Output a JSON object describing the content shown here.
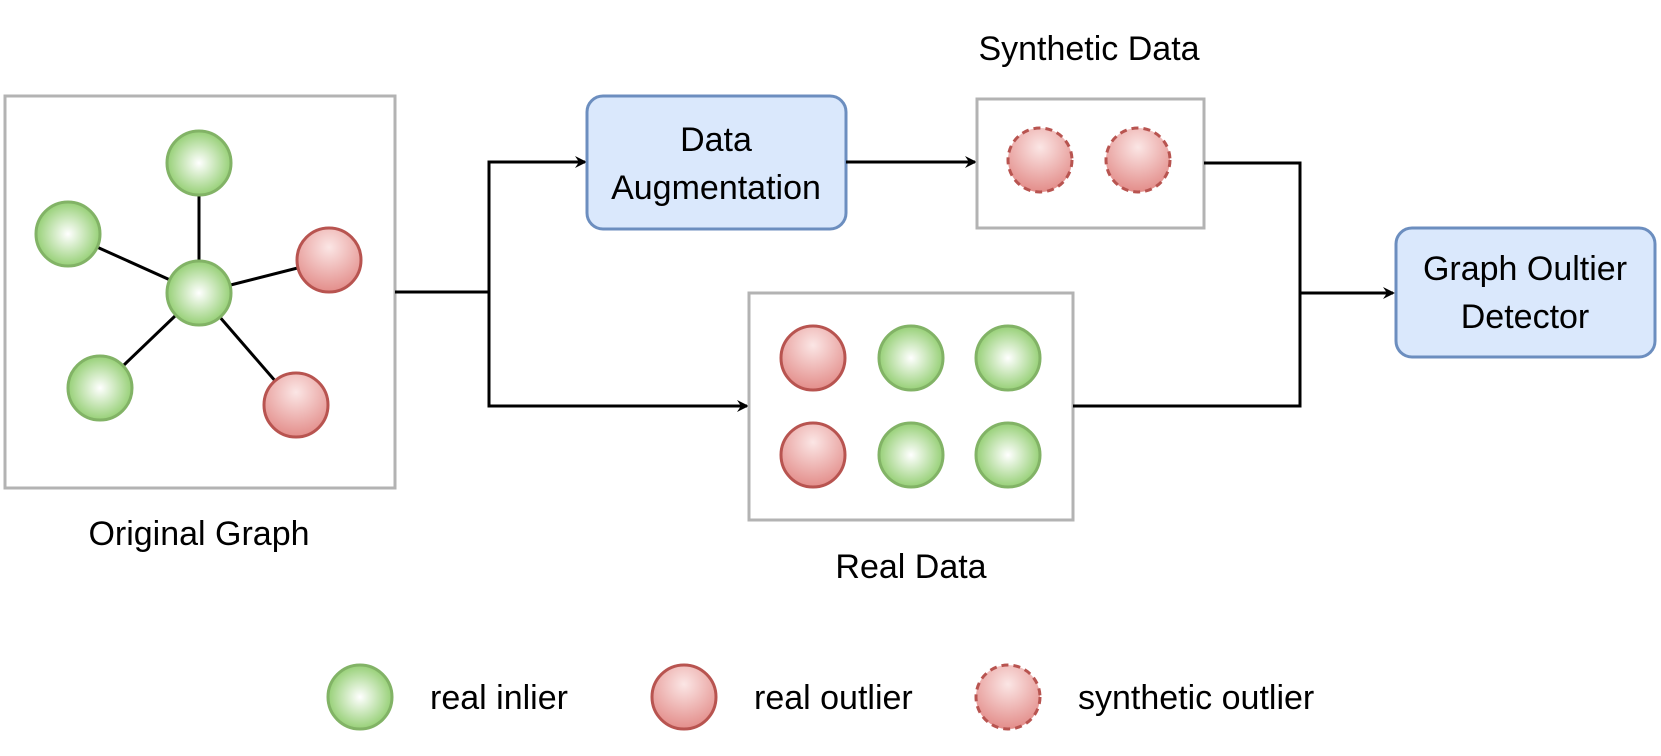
{
  "labels": {
    "original_graph": "Original Graph",
    "synthetic_data": "Synthetic Data",
    "real_data": "Real Data"
  },
  "process": {
    "augmentation_line1": "Data",
    "augmentation_line2": "Augmentation",
    "detector_line1": "Graph Oultier",
    "detector_line2": "Detector"
  },
  "legend": {
    "real_inlier": "real inlier",
    "real_outlier": "real outlier",
    "synthetic_outlier": "synthetic outlier"
  },
  "colors": {
    "inlier_fill": "#d5e8d4",
    "inlier_stroke": "#82b366",
    "outlier_fill": "#f8cecc",
    "outlier_stroke": "#b85450",
    "process_fill": "#dae8fc",
    "process_stroke": "#6c8ebf",
    "frame_stroke": "#b3b3b3"
  }
}
